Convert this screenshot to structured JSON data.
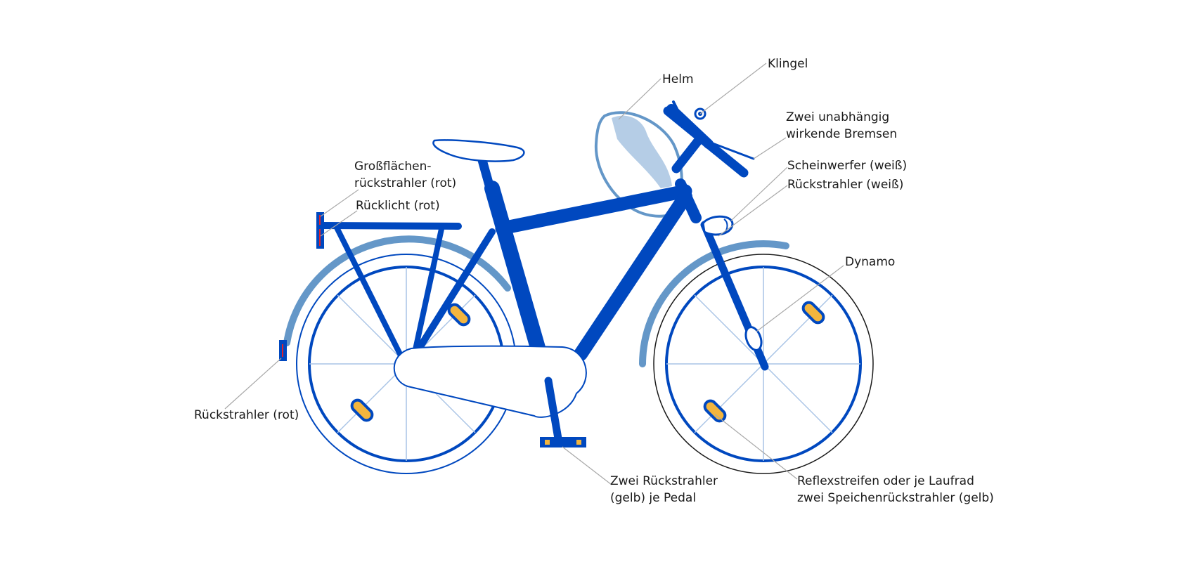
{
  "colors": {
    "frame": "#0048bf",
    "fender": "#6497c8",
    "spoke": "#a9c4e6",
    "helmet": "#b5cde6",
    "reflector_yellow": "#f3b53d",
    "reflector_red": "#e0212b",
    "text": "#1a1a1a",
    "leader": "#a8a8a8"
  },
  "labels": {
    "helm": "Helm",
    "klingel": "Klingel",
    "bremsen_1": "Zwei unabhängig",
    "bremsen_2": "wirkende Bremsen",
    "scheinwerfer": "Scheinwerfer (weiß)",
    "rueckstrahler_weiss": "Rückstrahler (weiß)",
    "grossflaechen_1": "Großflächen-",
    "grossflaechen_2": "rückstrahler (rot)",
    "ruecklicht": "Rücklicht (rot)",
    "dynamo": "Dynamo",
    "rueckstrahler_rot": "Rückstrahler (rot)",
    "pedal_1": "Zwei Rückstrahler",
    "pedal_2": "(gelb) je Pedal",
    "reflex_1": "Reflexstreifen oder je Laufrad",
    "reflex_2": "zwei Speichenrückstrahler (gelb)"
  }
}
